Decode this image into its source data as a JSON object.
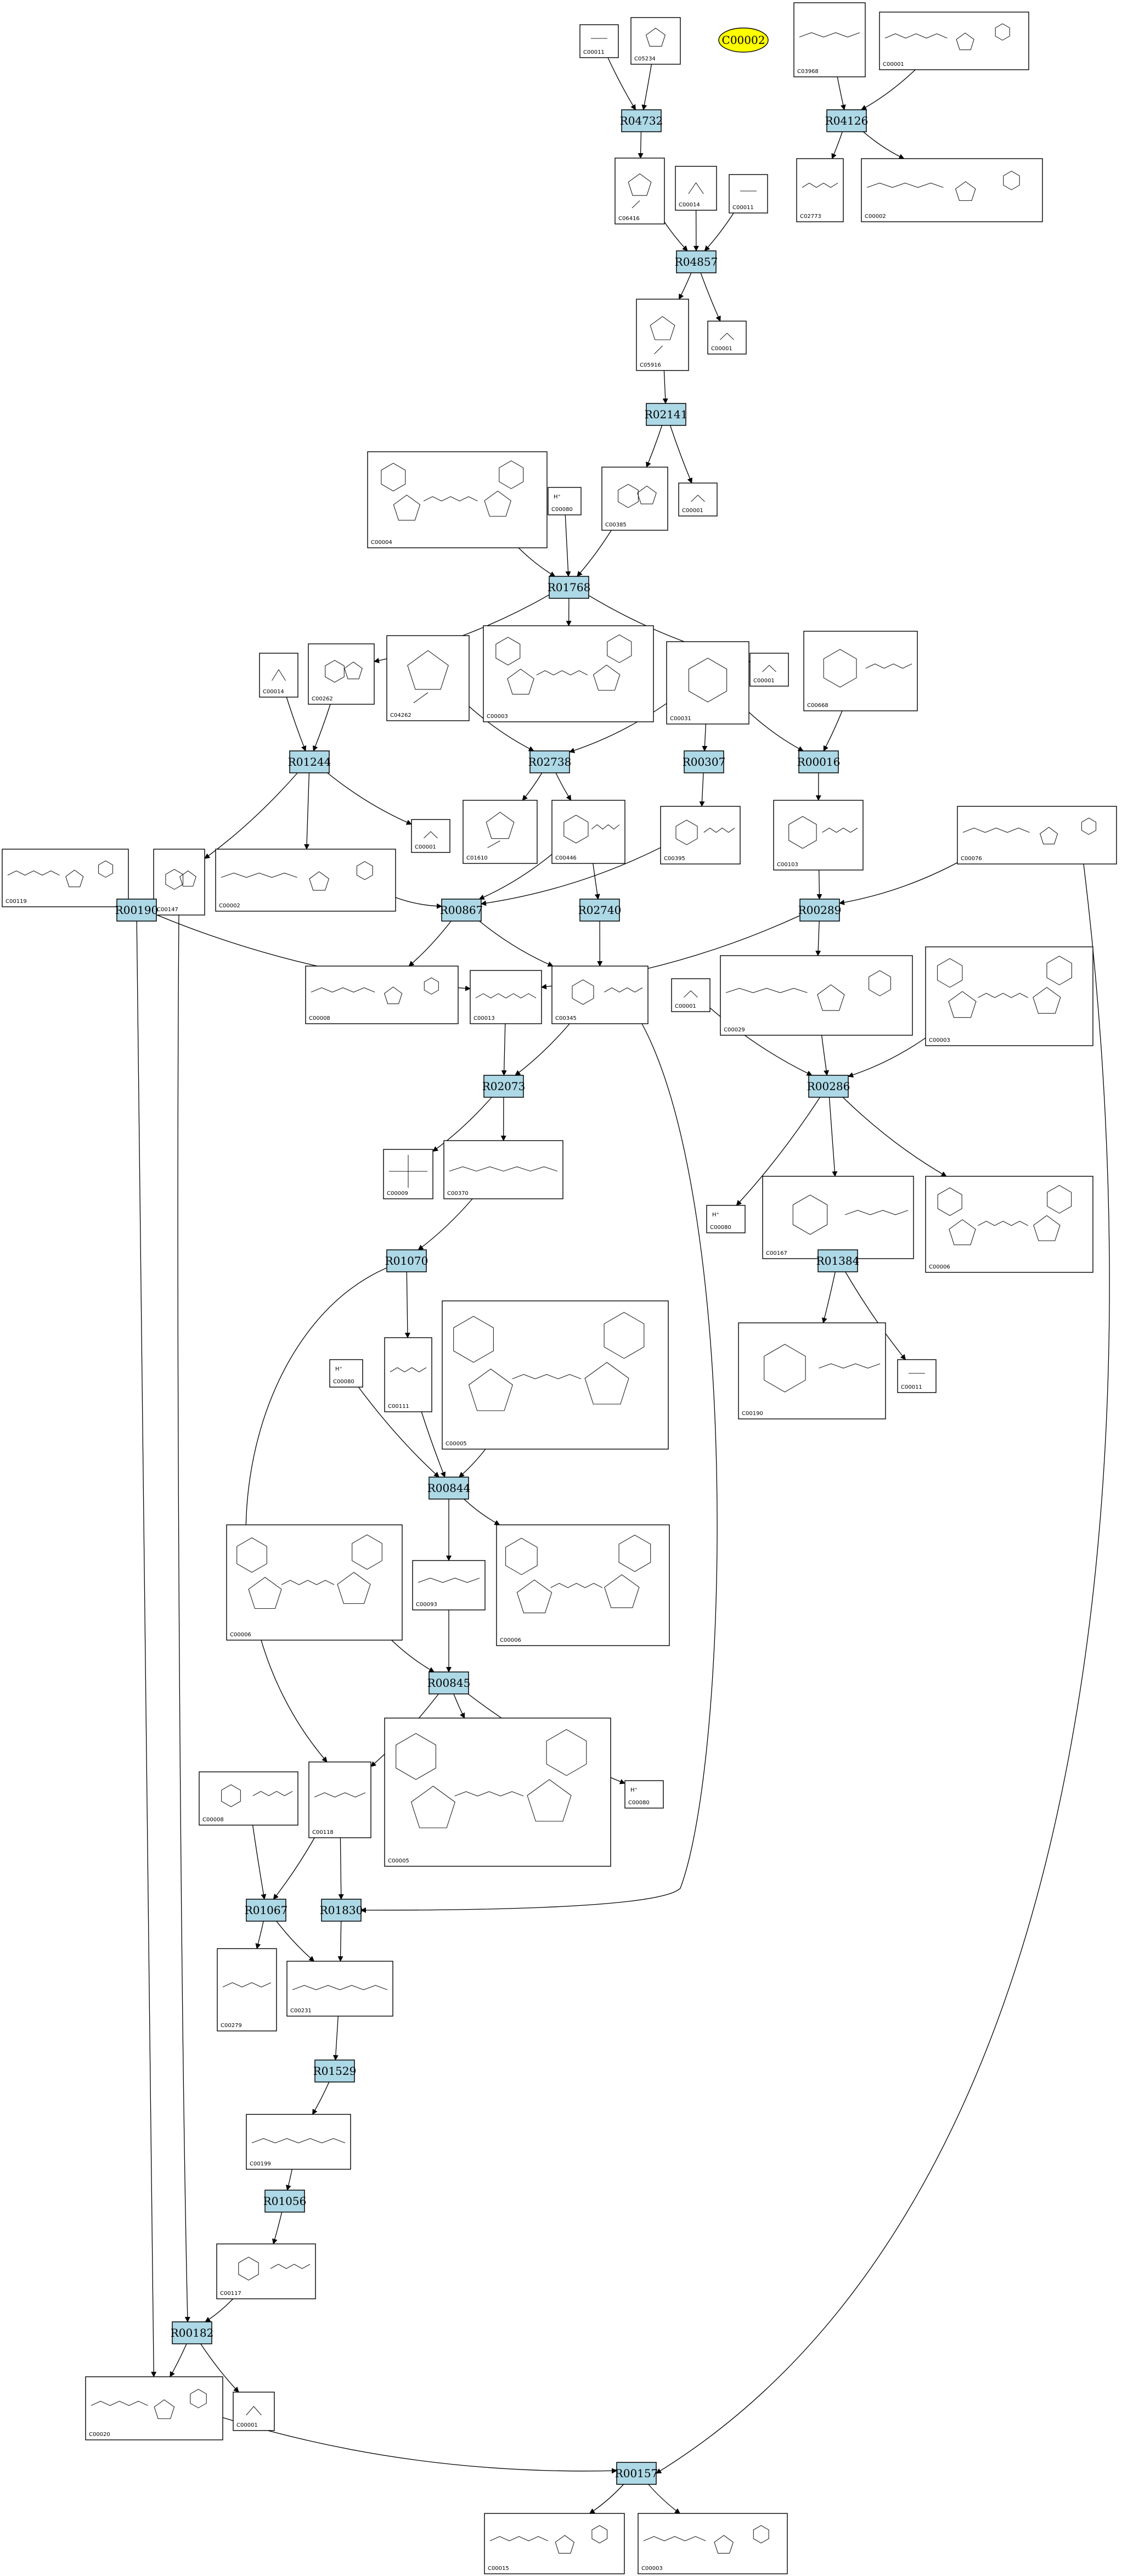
{
  "highlight": {
    "id": "C00002",
    "label": "C00002",
    "color": "#ffff00"
  },
  "colors": {
    "reaction_fill": "#add8e6",
    "compound_fill": "#ffffff",
    "edge": "#000000"
  },
  "reactions": [
    "R04732",
    "R04126",
    "R04857",
    "R02141",
    "R01768",
    "R01244",
    "R02738",
    "R00307",
    "R00016",
    "R00190",
    "R00867",
    "R02740",
    "R00289",
    "R00286",
    "R02073",
    "R01384",
    "R01070",
    "R00844",
    "R00845",
    "R01067",
    "R01830",
    "R01529",
    "R01056",
    "R00182",
    "R00157"
  ],
  "compounds": {
    "c011a": "C00011",
    "c0234": "C05234",
    "c968": "C03968",
    "c001top": "C00001",
    "c6416": "C06416",
    "c014a": "C00014",
    "c011b": "C00011",
    "c2773": "C02773",
    "c002a": "C00002",
    "c5916": "C05916",
    "c001b": "C00001",
    "c001c": "C00001",
    "c004": "C00004",
    "c080a": "C00080",
    "c385": "C00385",
    "c014b": "C00014",
    "c262": "C00262",
    "c4262": "C04262",
    "c003a": "C00003",
    "c031": "C00031",
    "c001d": "C00001",
    "c668": "C00668",
    "c119": "C00119",
    "c147": "C00147",
    "c002b": "C00002",
    "c001e": "C00001",
    "c1610": "C01610",
    "c446": "C00446",
    "c395": "C00395",
    "c103": "C00103",
    "c076": "C00076",
    "c008a": "C00008",
    "c013": "C00013",
    "c345": "C00345",
    "c001f": "C00001",
    "c029": "C00029",
    "c003b": "C00003",
    "c009": "C00009",
    "c370": "C00370",
    "c080b": "C00080",
    "c167": "C00167",
    "c006a": "C00006",
    "c080c": "C00080",
    "c111": "C00111",
    "c005a": "C00005",
    "c190": "C00190",
    "c011c": "C00011",
    "c006b": "C00006",
    "c093": "C00093",
    "c006c": "C00006",
    "c008b": "C00008",
    "c118": "C00118",
    "c005b": "C00005",
    "c080d": "C00080",
    "c279": "C00279",
    "c231": "C00231",
    "c199": "C00199",
    "c117": "C00117",
    "c020": "C00020",
    "c001g": "C00001",
    "c015": "C00015",
    "c003c": "C00003"
  }
}
